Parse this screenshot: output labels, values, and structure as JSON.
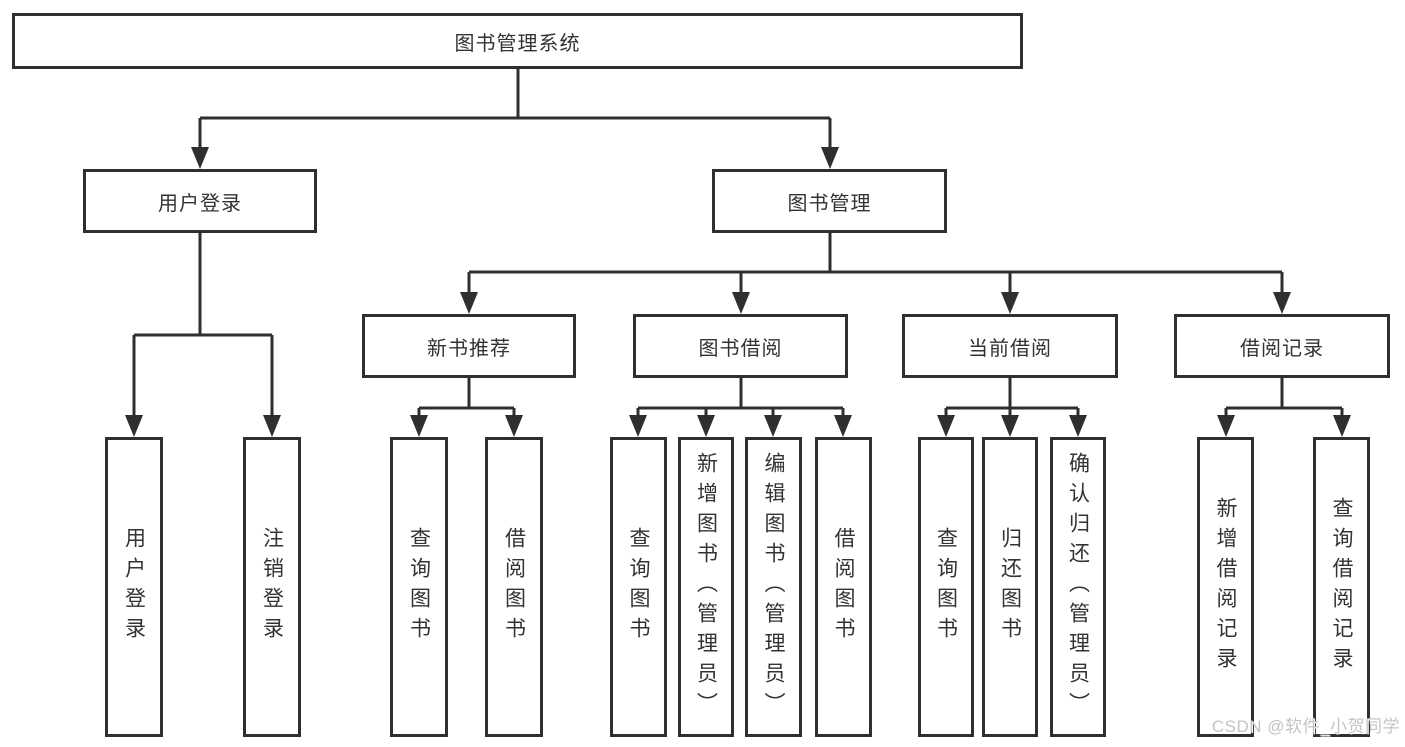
{
  "colors": {
    "line": "#2f2f2f",
    "box_border": "#2f2f2f",
    "box_background": "#ffffff",
    "text": "#333333",
    "watermark_text_color": "#c4c4c4",
    "background": "#ffffff"
  },
  "watermark": "CSDN @软件_小贺同学",
  "diagram": {
    "root": {
      "label": "图书管理系统"
    },
    "level2": [
      {
        "label": "用户登录"
      },
      {
        "label": "图书管理"
      }
    ],
    "level3": [
      {
        "label": "新书推荐",
        "parent": "图书管理"
      },
      {
        "label": "图书借阅",
        "parent": "图书管理"
      },
      {
        "label": "当前借阅",
        "parent": "图书管理"
      },
      {
        "label": "借阅记录",
        "parent": "图书管理"
      }
    ],
    "leaves": [
      {
        "label": "用户登录",
        "parent": "用户登录"
      },
      {
        "label": "注销登录",
        "parent": "用户登录"
      },
      {
        "label": "查询图书",
        "parent": "新书推荐"
      },
      {
        "label": "借阅图书",
        "parent": "新书推荐"
      },
      {
        "label": "查询图书",
        "parent": "图书借阅"
      },
      {
        "label": "新增图书（管理员）",
        "parent": "图书借阅"
      },
      {
        "label": "编辑图书（管理员）",
        "parent": "图书借阅"
      },
      {
        "label": "借阅图书",
        "parent": "图书借阅"
      },
      {
        "label": "查询图书",
        "parent": "当前借阅"
      },
      {
        "label": "归还图书",
        "parent": "当前借阅"
      },
      {
        "label": "确认归还（管理员）",
        "parent": "当前借阅"
      },
      {
        "label": "新增借阅记录",
        "parent": "借阅记录"
      },
      {
        "label": "查询借阅记录",
        "parent": "借阅记录"
      }
    ]
  }
}
